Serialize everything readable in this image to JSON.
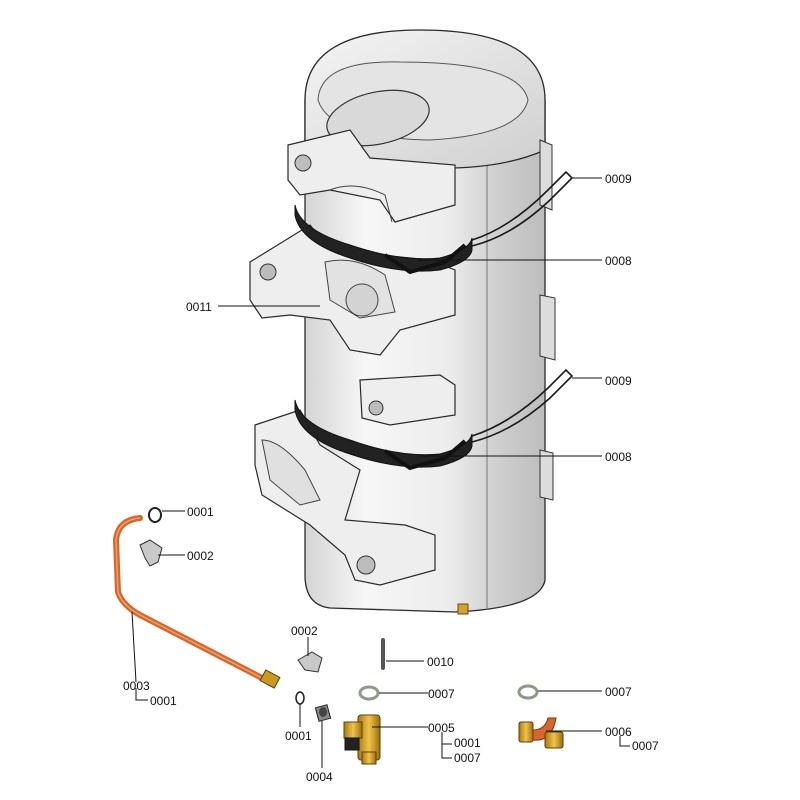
{
  "diagram": {
    "callouts": {
      "c0009a": "0009",
      "c0008a": "0008",
      "c0011": "0011",
      "c0009b": "0009",
      "c0008b": "0008",
      "c0001a": "0001",
      "c0002a": "0002",
      "c0003": "0003",
      "c0001b": "0001",
      "c0002b": "0002",
      "c0010": "0010",
      "c0007a": "0007",
      "c0007b": "0007",
      "c0001c": "0001",
      "c0004": "0004",
      "c0005": "0005",
      "c0001d": "0001",
      "c0007c": "0007",
      "c0006": "0006",
      "c0007d": "0007"
    },
    "colors": {
      "tank_body": "#f2f2f2",
      "tank_shade": "#c9c9c9",
      "outline": "#2a2a2a",
      "strap": "#1e1e1e",
      "copper_pipe": "#e0702a",
      "brass": "#c99a1f",
      "gasket": "#9aa893"
    }
  }
}
